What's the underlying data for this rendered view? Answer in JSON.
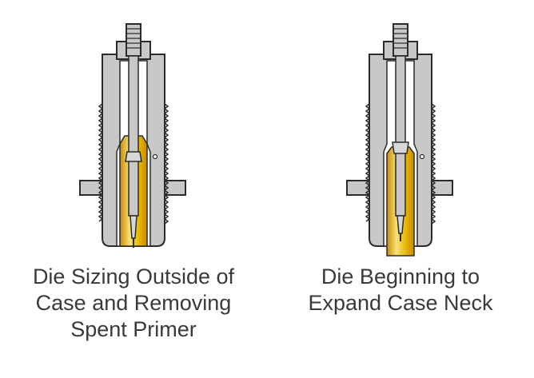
{
  "diagrams": [
    {
      "caption_lines": [
        "Die Sizing Outside of",
        "Case and Removing",
        "Spent Primer"
      ]
    },
    {
      "caption_lines": [
        "Die Beginning to",
        "Expand Case Neck"
      ]
    }
  ],
  "colors": {
    "die_body": "#c8c8c8",
    "die_outline": "#2b2b2b",
    "case_brass": "#e6b800",
    "case_highlight": "#f7e27a",
    "case_shadow": "#c98a00",
    "text": "#3a3a3a"
  }
}
